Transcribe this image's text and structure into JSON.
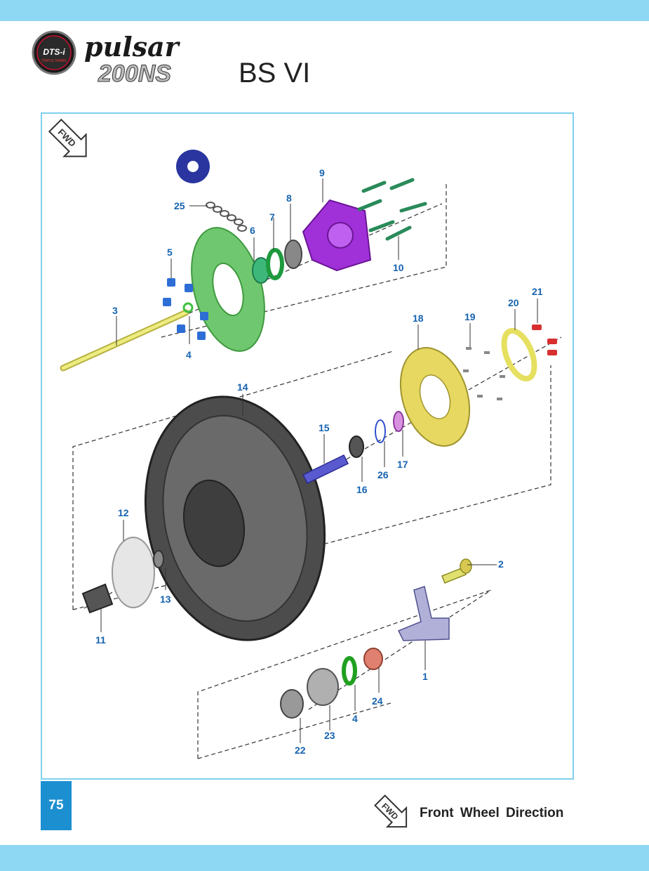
{
  "header": {
    "badge_text": "DTS-i",
    "badge_subtext": "TRIPLE SPARK",
    "brand_script": "pulsar",
    "model": "200NS",
    "variant": "BS VI"
  },
  "diagram": {
    "fwd_label": "FWD",
    "callouts": {
      "c1": "1",
      "c2": "2",
      "c3": "3",
      "c4a": "4",
      "c4b": "4",
      "c5": "5",
      "c6": "6",
      "c7": "7",
      "c8": "8",
      "c9": "9",
      "c10": "10",
      "c11": "11",
      "c12": "12",
      "c13": "13",
      "c14": "14",
      "c15": "15",
      "c16": "16",
      "c17": "17",
      "c18": "18",
      "c19": "19",
      "c20": "20",
      "c21": "21",
      "c22": "22",
      "c23": "23",
      "c24": "24",
      "c25": "25",
      "c26": "26"
    }
  },
  "footer": {
    "page_number": "75",
    "fwd_label": "FWD",
    "direction_text": "Front Wheel Direction"
  }
}
